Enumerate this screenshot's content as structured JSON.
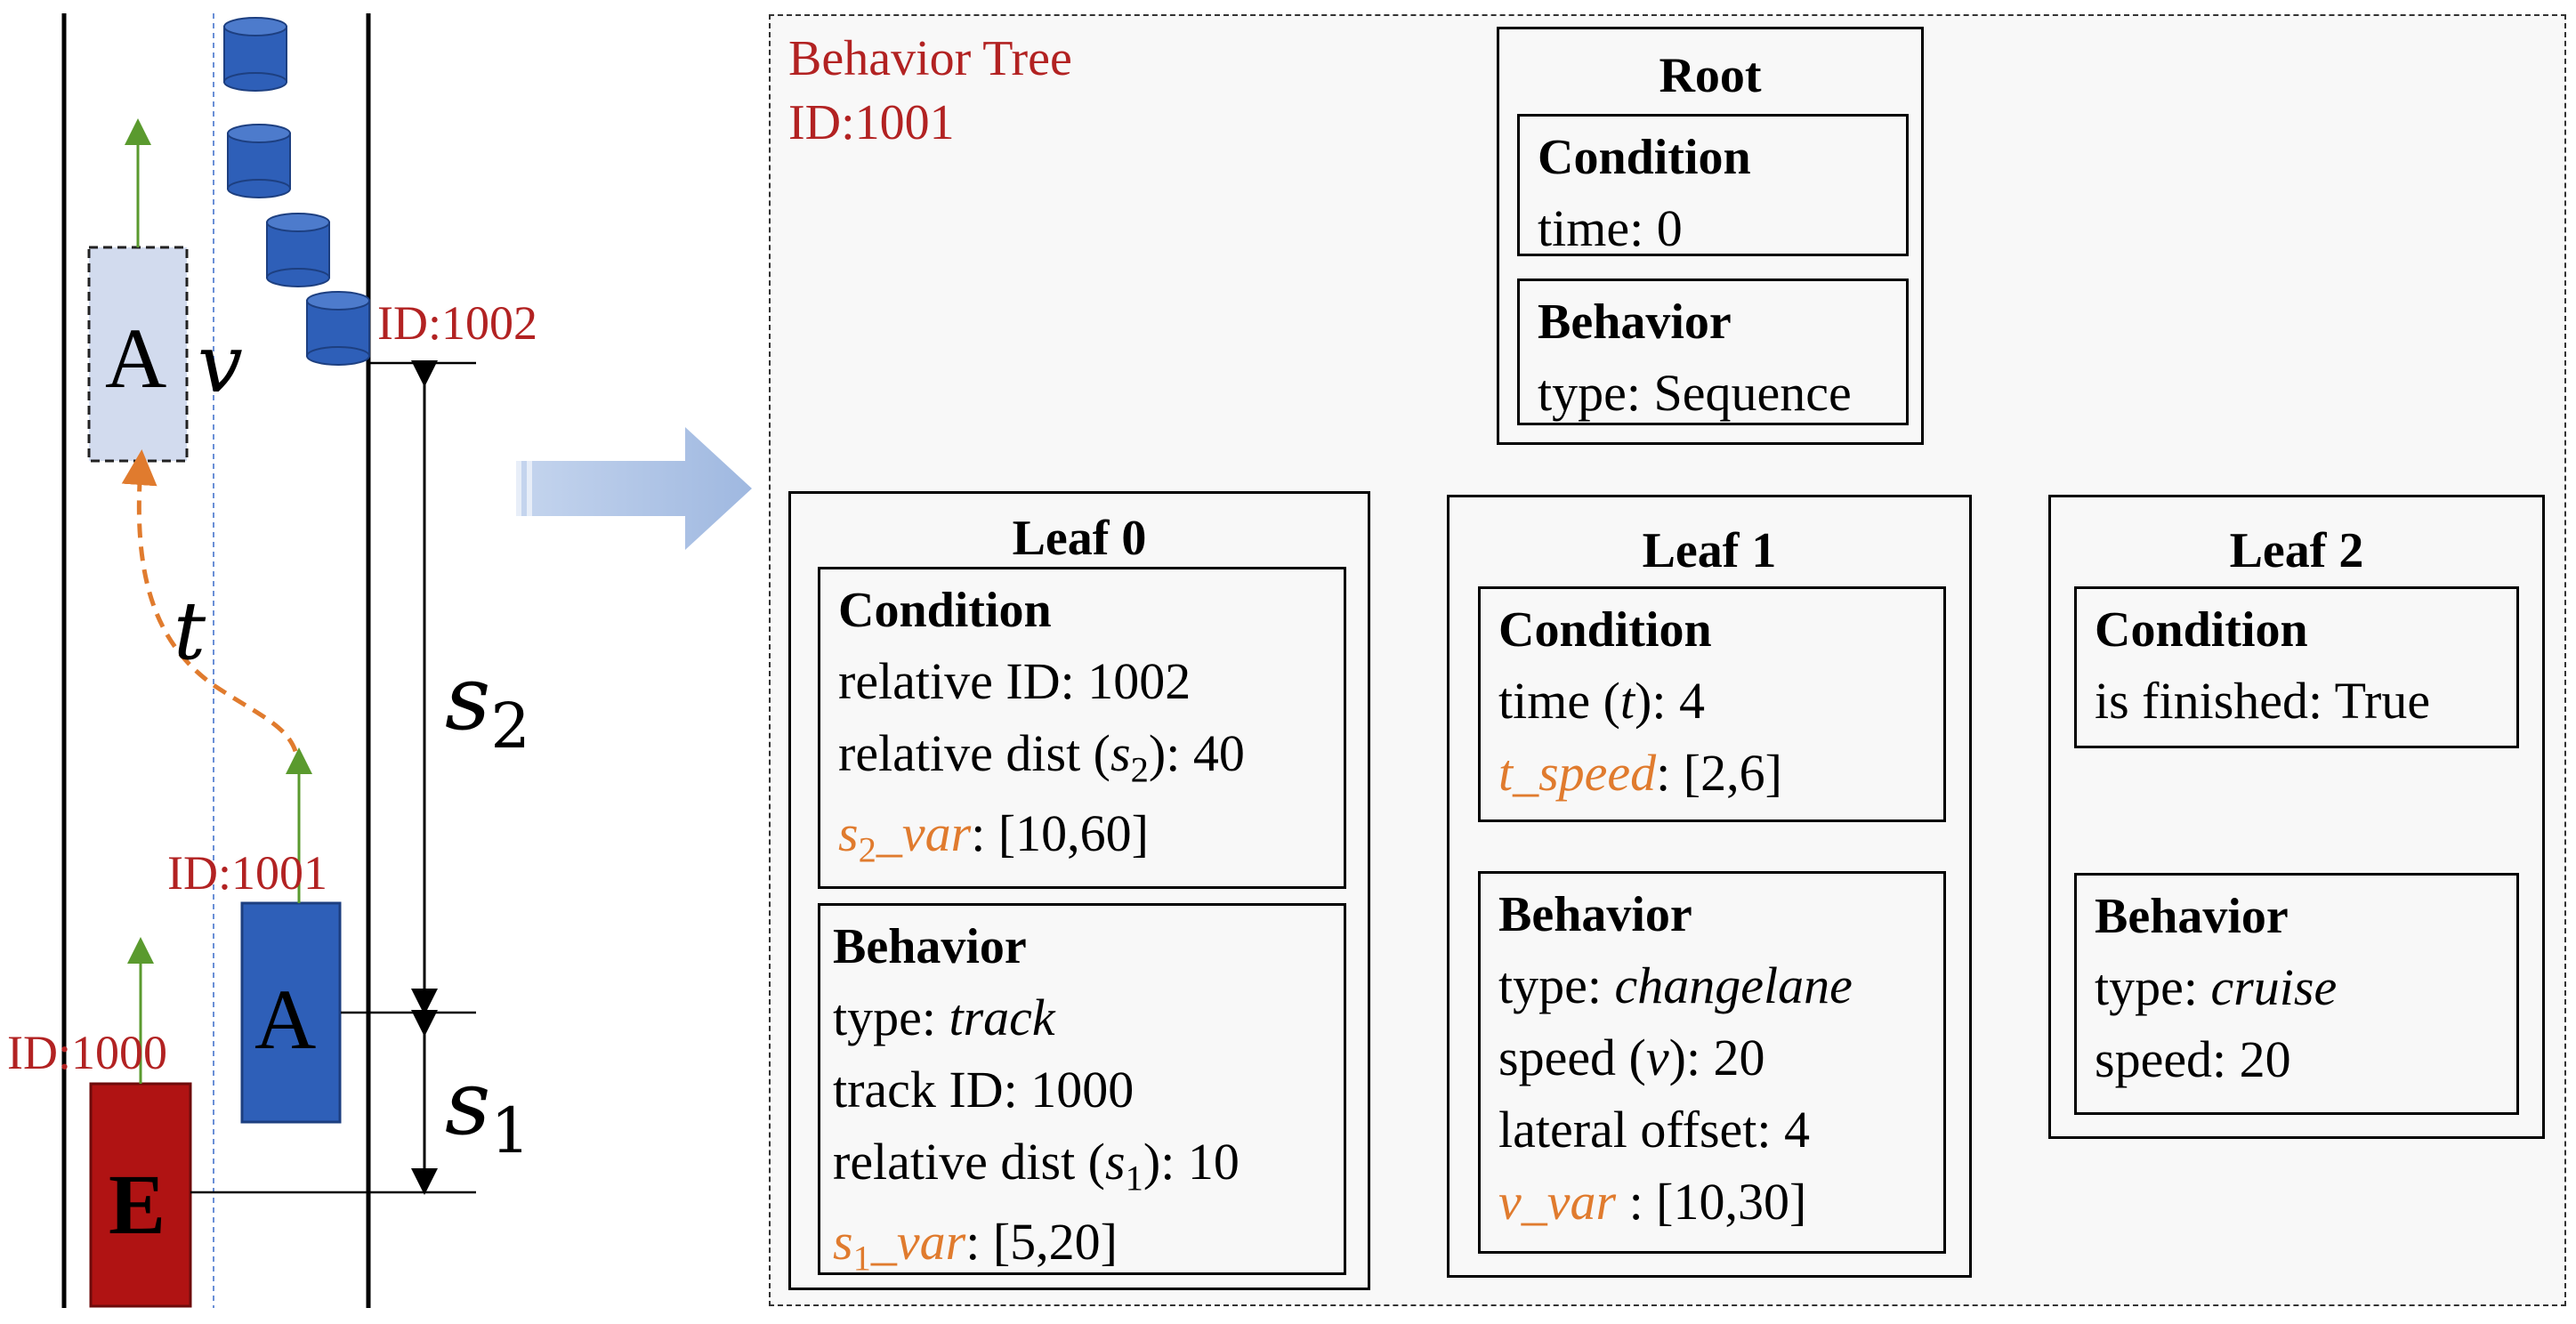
{
  "scene": {
    "cars": [
      {
        "id_label": "ID:1000",
        "letter": "E",
        "color": "#b01313"
      },
      {
        "id_label": "ID:1001",
        "letter": "A",
        "color": "#2e5fb8"
      }
    ],
    "ghost_letter": "A",
    "velocity_symbol": "v",
    "time_symbol": "t",
    "obstacle_label": "ID:1002",
    "s2_label": "s",
    "s2_sub": "2",
    "s1_label": "s",
    "s1_sub": "1"
  },
  "tree": {
    "title": "Behavior Tree",
    "id": "ID:1001",
    "root": {
      "title": "Root",
      "condition": {
        "header": "Condition",
        "time": "time: 0"
      },
      "behavior": {
        "header": "Behavior",
        "type": "type: Sequence"
      }
    },
    "leaf0": {
      "title": "Leaf 0",
      "condition": {
        "header": "Condition",
        "relative_id": "relative ID: 1002",
        "dist_prefix": "relative dist (",
        "dist_var": "s",
        "dist_sub": "2",
        "dist_suffix": "): 40",
        "var_name": "s",
        "var_sub": "2",
        "var_rest": "_var",
        "var_value": ": [10,60]"
      },
      "behavior": {
        "header": "Behavior",
        "type_prefix": "type: ",
        "type_value": "track",
        "track_id": "track ID: 1000",
        "dist_prefix": "relative dist (",
        "dist_var": "s",
        "dist_sub": "1",
        "dist_suffix": "): 10",
        "var_name": "s",
        "var_sub": "1",
        "var_rest": "_var",
        "var_value": ": [5,20]"
      }
    },
    "leaf1": {
      "title": "Leaf 1",
      "condition": {
        "header": "Condition",
        "time_prefix": "time (",
        "time_var": "t",
        "time_suffix": "): 4",
        "var_name": "t_speed",
        "var_value": ": [2,6]"
      },
      "behavior": {
        "header": "Behavior",
        "type_prefix": "type: ",
        "type_value": "changelane",
        "speed_prefix": "speed (",
        "speed_var": "v",
        "speed_suffix": "): 20",
        "offset": "lateral offset: 4",
        "var_name": "v_var",
        "var_value": " : [10,30]"
      }
    },
    "leaf2": {
      "title": "Leaf 2",
      "condition": {
        "header": "Condition",
        "finished": "is finished: True"
      },
      "behavior": {
        "header": "Behavior",
        "type_prefix": "type: ",
        "type_value": "cruise",
        "speed": "speed: 20"
      }
    }
  }
}
